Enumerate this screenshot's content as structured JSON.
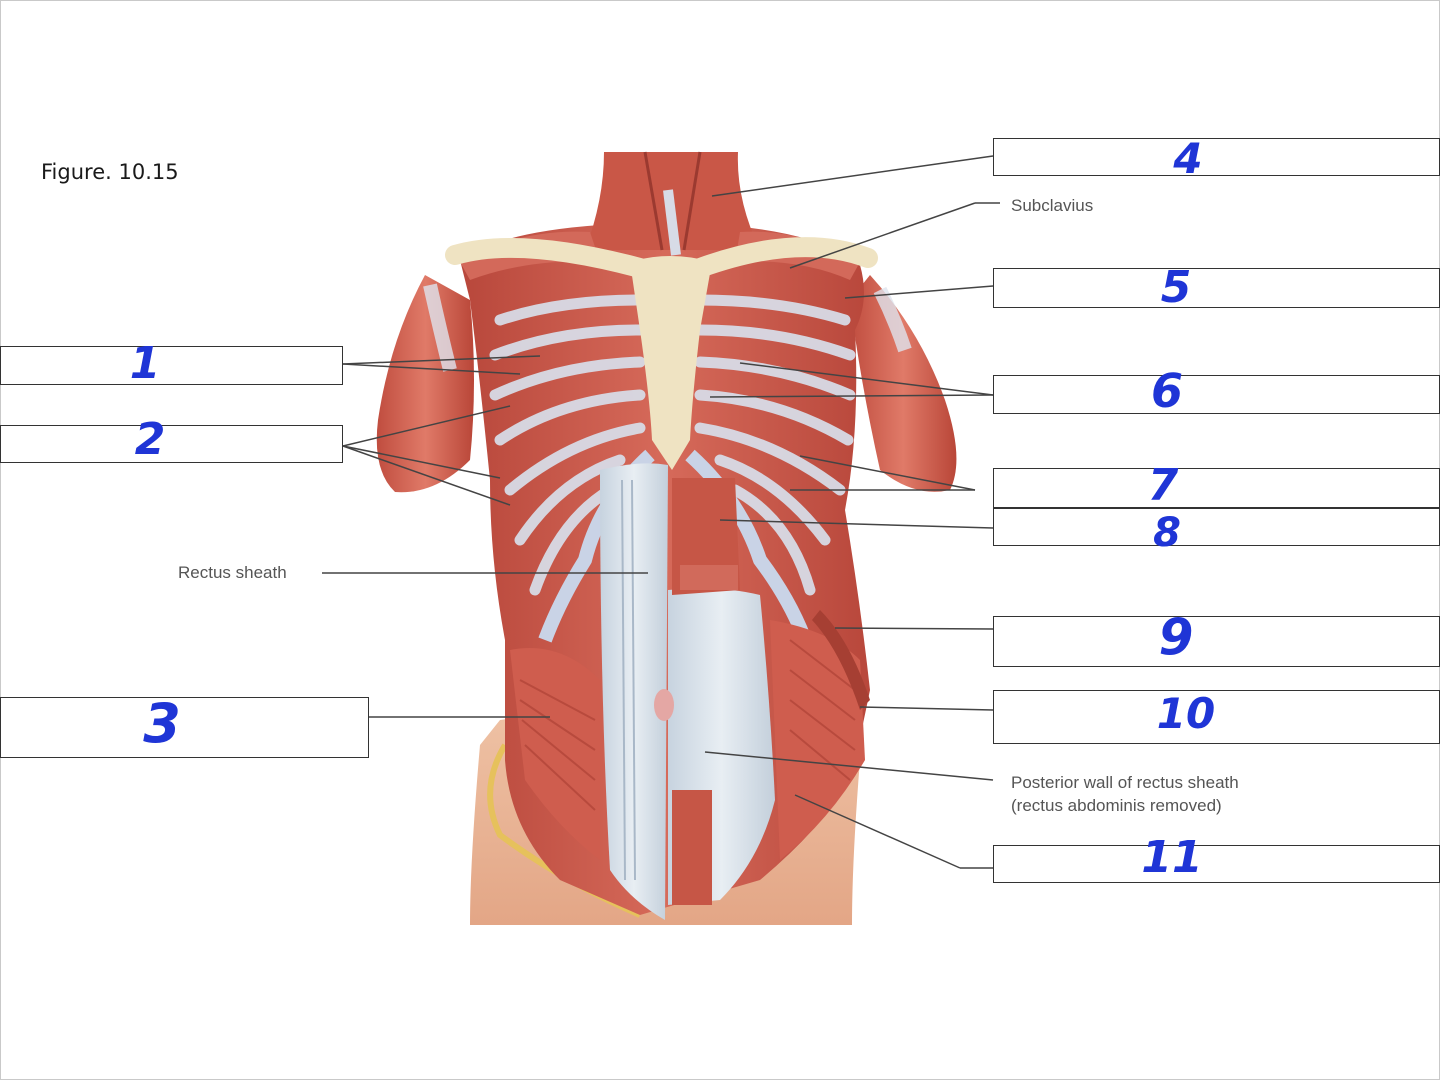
{
  "figure": {
    "title": "Figure. 10.15"
  },
  "labels": {
    "subclavius": "Subclavius",
    "rectus_sheath": "Rectus sheath",
    "posterior_wall_line1": "Posterior wall of rectus sheath",
    "posterior_wall_line2": "(rectus abdominis removed)"
  },
  "answer_boxes": [
    "1",
    "2",
    "3",
    "4",
    "5",
    "6",
    "7",
    "8",
    "9",
    "10",
    "11"
  ],
  "colors": {
    "muscle": "#c9584a",
    "bone": "#eee2c4",
    "cartilage": "#c9d3e6",
    "fascia": "#d9e2ea",
    "skin": "#ebb89a",
    "handwriting": "#1f35d6"
  }
}
